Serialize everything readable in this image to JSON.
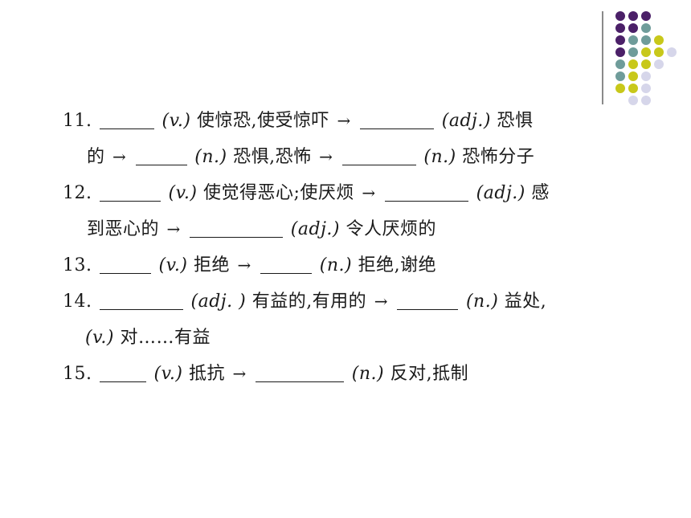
{
  "colors": {
    "purple": "#4b2068",
    "teal": "#6f9c9a",
    "yellow": "#c8c81a",
    "lavender": "#d6d6ea",
    "divider": "#8a8a8a"
  },
  "arrow": "→",
  "items": [
    {
      "num": "11.",
      "pos1": "(v.)",
      "mean1": "使惊恐,使受惊吓",
      "pos2": "(adj.)",
      "mean2a": "恐惧",
      "mean2b": "的",
      "pos3": "(n.)",
      "mean3": "恐惧,恐怖",
      "pos4": "(n.)",
      "mean4": "恐怖分子"
    },
    {
      "num": "12.",
      "pos1": "(v.)",
      "mean1": "使觉得恶心;使厌烦",
      "pos2": "(adj.)",
      "mean2a": "感",
      "mean2b": "到恶心的",
      "pos3": "(adj.)",
      "mean3": "令人厌烦的"
    },
    {
      "num": "13.",
      "pos1": "(v.)",
      "mean1": "拒绝",
      "pos2": "(n.)",
      "mean2": "拒绝,谢绝"
    },
    {
      "num": "14.",
      "pos1": "(adj. )",
      "mean1": "有益的,有用的",
      "pos2": "(n.)",
      "mean2": "益处,",
      "pos3": "(v.)",
      "mean3": "对……有益"
    },
    {
      "num": "15.",
      "pos1": "(v.)",
      "mean1": "抵抗",
      "pos2": "(n.)",
      "mean2": "反对,抵制"
    }
  ]
}
